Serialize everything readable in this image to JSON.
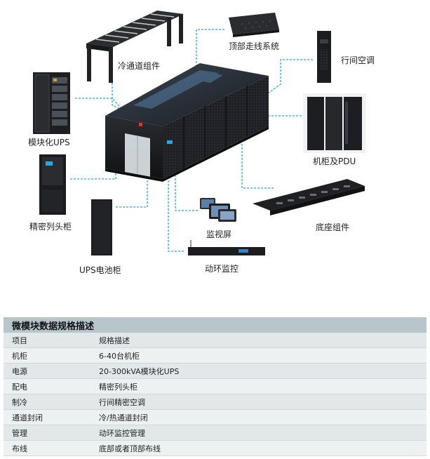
{
  "diagram": {
    "labels": {
      "cold_aisle": "冷通道组件",
      "top_cabling": "顶部走线系统",
      "inrow_ac": "行间空调",
      "modular_ups": "模块化UPS",
      "cabinet_pdu": "机柜及PDU",
      "precision_head": "精密列头柜",
      "base": "底座组件",
      "monitor_screen": "监视屏",
      "ups_battery": "UPS电池柜",
      "env_monitor": "动环监控"
    },
    "colors": {
      "connector": "#29a8e0",
      "dark": "#1c1d20",
      "accent": "#d43b2e"
    }
  },
  "spec_table": {
    "title": "微模块数据规格描述",
    "rows": [
      {
        "key": "项目",
        "value": "规格描述"
      },
      {
        "key": "机柜",
        "value": "6-40台机柜"
      },
      {
        "key": "电源",
        "value": "20-300kVA模块化UPS"
      },
      {
        "key": "配电",
        "value": "精密列头柜"
      },
      {
        "key": "制冷",
        "value": "行间精密空调"
      },
      {
        "key": "通道封闭",
        "value": "冷/热通道封闭"
      },
      {
        "key": "管理",
        "value": "动环监控管理"
      },
      {
        "key": "布线",
        "value": "底部或者顶部布线"
      }
    ]
  }
}
